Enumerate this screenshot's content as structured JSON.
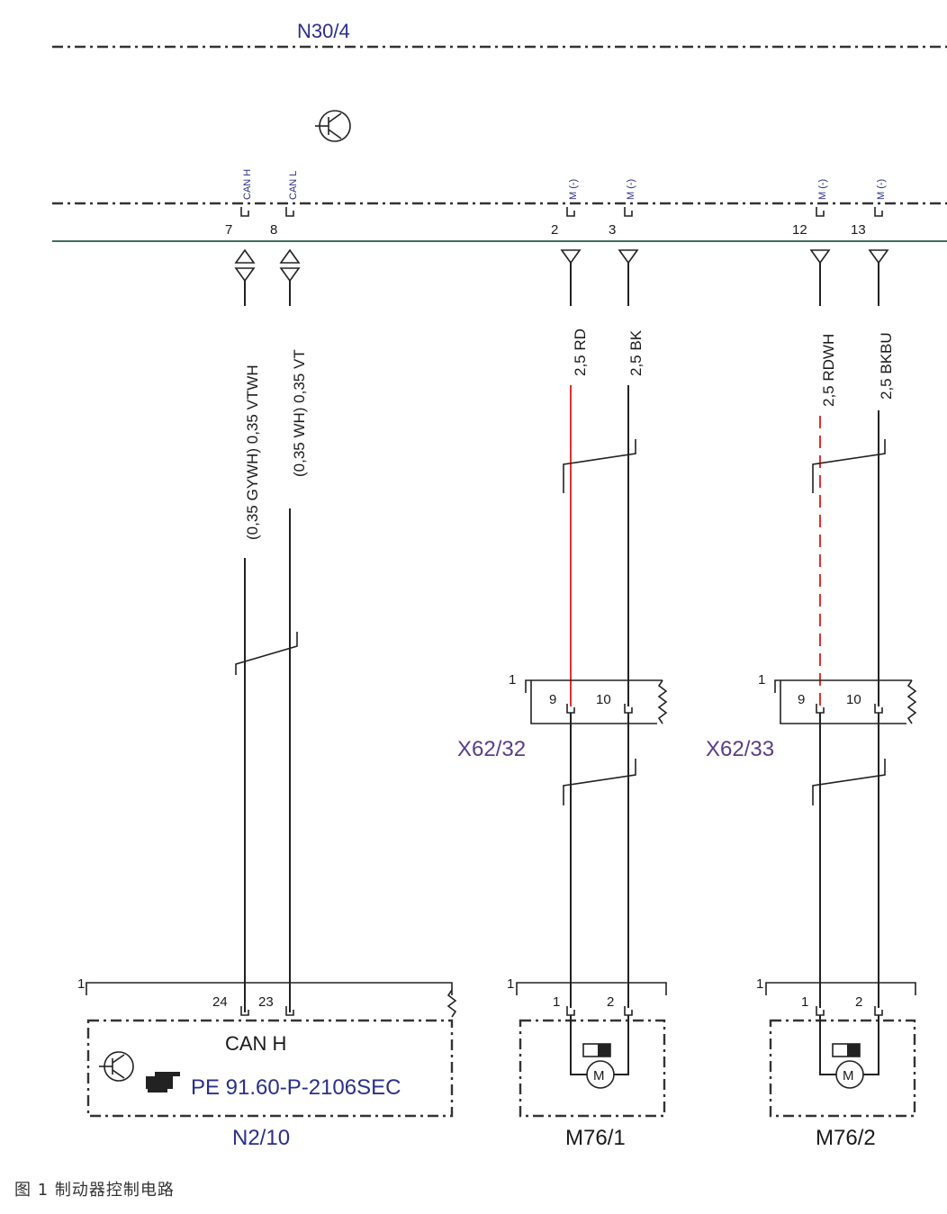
{
  "module_top": "N30/4",
  "connectors": {
    "can_h_label": "CAN H",
    "can_l_label": "CAN L",
    "m_label": "M (-)",
    "pins": [
      "7",
      "8",
      "2",
      "3",
      "12",
      "13"
    ]
  },
  "wires": {
    "w7": "(0,35 GYWH) 0,35 VTWH",
    "w8": "(0,35 WH) 0,35 VT",
    "w2": "2,5 RD",
    "w3": "2,5 BK",
    "w12": "2,5 RDWH",
    "w13": "2,5 BKBU"
  },
  "couplers": {
    "left_name": "X62/32",
    "right_name": "X62/33",
    "pin_a": "9",
    "pin_b": "10",
    "corner": "1"
  },
  "n2_10": {
    "name": "N2/10",
    "corner": "1",
    "pin_a": "24",
    "pin_b": "23",
    "bus": "CAN H",
    "reference": "PE 91.60-P-2106SEC"
  },
  "motors": {
    "left_name": "M76/1",
    "right_name": "M76/2",
    "corner": "1",
    "pin_a": "1",
    "pin_b": "2",
    "symbol": "M"
  },
  "caption": "图 1   制动器控制电路",
  "colors": {
    "red_wire": "#e03030",
    "bus_line": "#3c6e58",
    "label_blue": "#2a2f8a",
    "label_purple": "#5a3c8c"
  }
}
